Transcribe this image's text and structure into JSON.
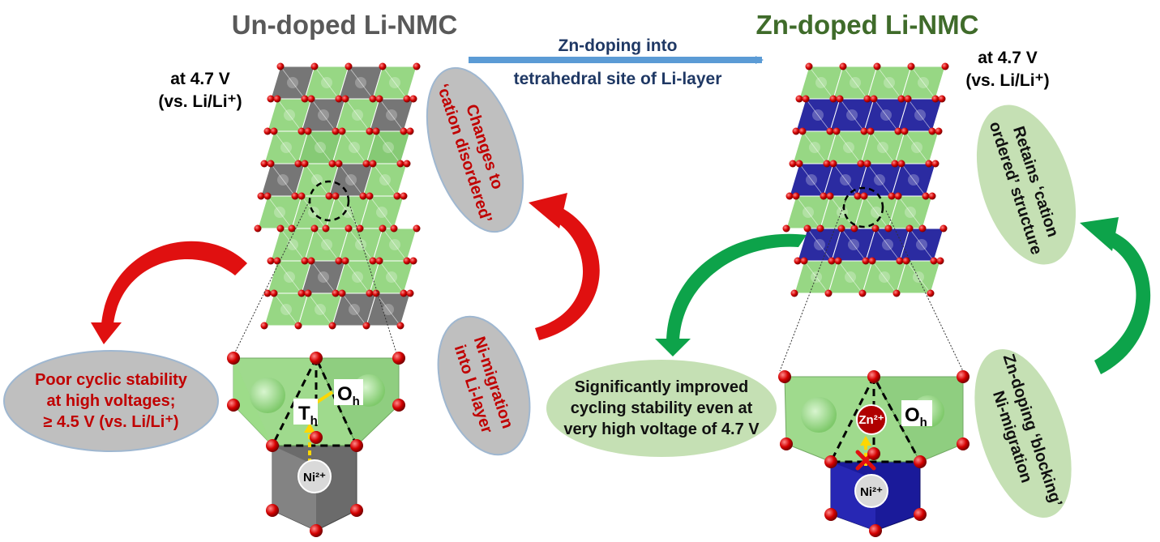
{
  "left": {
    "title": "Un-doped Li-NMC",
    "voltage_line1": "at 4.7 V",
    "voltage_line2": "(vs. Li/Li⁺)",
    "oval_result": [
      "Poor cyclic stability",
      "at high voltages;",
      "≥ 4.5 V (vs. Li/Li⁺)"
    ],
    "oval_change": [
      "Changes to",
      "‘cation disordered’"
    ],
    "oval_migration": [
      "Ni-migration",
      "into Li-layer"
    ],
    "site_t": "T",
    "site_t_sub": "h",
    "site_o": "O",
    "site_o_sub": "h",
    "ion": "Ni²⁺"
  },
  "center": {
    "arrow_line1": "Zn-doping into",
    "arrow_line2": "tetrahedral site of Li-layer"
  },
  "right": {
    "title": "Zn-doped Li-NMC",
    "voltage_line1": "at 4.7 V",
    "voltage_line2": "(vs. Li/Li⁺)",
    "oval_result": [
      "Significantly improved",
      "cycling stability even at",
      "very high voltage of 4.7 V"
    ],
    "oval_retain": [
      "Retains ‘cation",
      "ordered’ structure"
    ],
    "oval_blocking": [
      "Zn-doping ‘blocking’",
      "Ni-migration"
    ],
    "site_o": "O",
    "site_o_sub": "h",
    "ion_zn": "Zn²⁺",
    "ion_ni": "Ni²⁺"
  },
  "colors": {
    "title_left": "#595959",
    "title_right": "#3f6b2a",
    "arrow_blue": "#5b9bd5",
    "red_arrow": "#e01010",
    "green_arrow": "#0da34a",
    "oval_gray": "#b8b8b8",
    "oval_green": "#c5e0b4",
    "octa_green": "#8fd47a",
    "octa_gray": "#6b6b6b",
    "octa_blue": "#1a1a9a",
    "oxygen": "#d40000"
  }
}
